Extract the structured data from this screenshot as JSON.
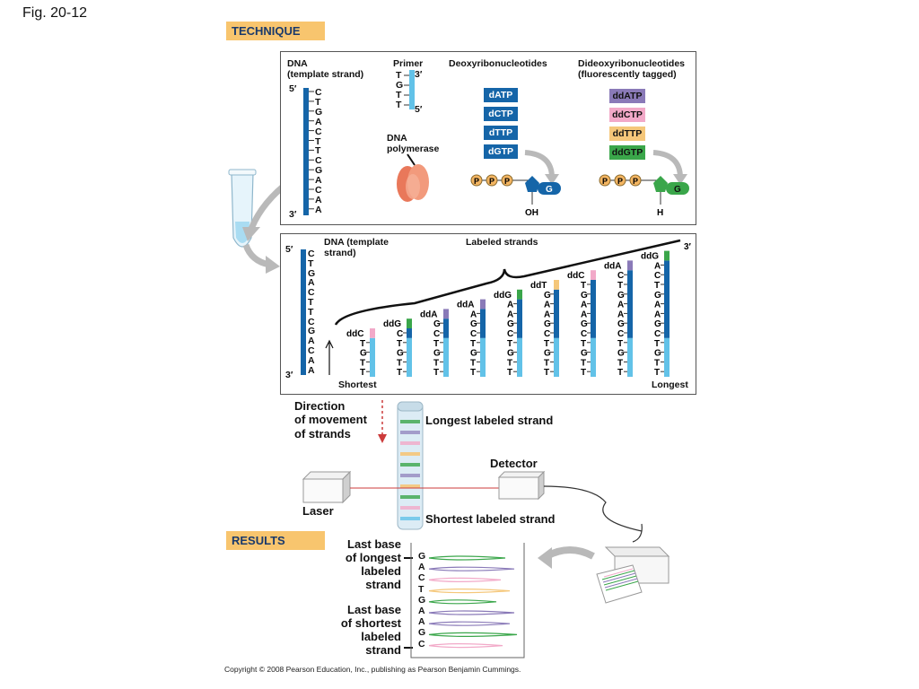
{
  "figure_label": "Fig. 20-12",
  "technique_label": "TECHNIQUE",
  "results_label": "RESULTS",
  "top_panel": {
    "dna_label_1": "DNA",
    "dna_label_2": "(template strand)",
    "template_sequence": [
      "C",
      "T",
      "G",
      "A",
      "C",
      "T",
      "T",
      "C",
      "G",
      "A",
      "C",
      "A",
      "A"
    ],
    "five_prime": "5′",
    "three_prime": "3′",
    "primer_label": "Primer",
    "primer_sequence": [
      "T",
      "G",
      "T",
      "T"
    ],
    "polymerase_label_1": "DNA",
    "polymerase_label_2": "polymerase",
    "deoxy_label": "Deoxyribonucleotides",
    "deoxy_items": [
      "dATP",
      "dCTP",
      "dTTP",
      "dGTP"
    ],
    "dideoxy_label_1": "Dideoxyribonucleotides",
    "dideoxy_label_2": "(fluorescently tagged)",
    "dideoxy_items": [
      {
        "label": "ddATP",
        "color": "#8a7ab8"
      },
      {
        "label": "ddCTP",
        "color": "#f2a9c8"
      },
      {
        "label": "ddTTP",
        "color": "#f5c77a"
      },
      {
        "label": "ddGTP",
        "color": "#3aa64a"
      }
    ],
    "phosphate": "P",
    "base_g": "G",
    "oh_label": "OH",
    "h_label": "H"
  },
  "middle_panel": {
    "template_label_1": "DNA (template",
    "template_label_2": "strand)",
    "labeled_strands_label": "Labeled strands",
    "shortest_label": "Shortest",
    "longest_label": "Longest",
    "strands": [
      {
        "ends": "ddC",
        "color": "#f2a9c8",
        "bases": [
          "T",
          "G",
          "T",
          "T"
        ]
      },
      {
        "ends": "ddG",
        "color": "#3aa64a",
        "bases": [
          "C",
          "T",
          "G",
          "T",
          "T"
        ]
      },
      {
        "ends": "ddA",
        "color": "#8a7ab8",
        "bases": [
          "G",
          "C",
          "T",
          "G",
          "T",
          "T"
        ]
      },
      {
        "ends": "ddA",
        "color": "#8a7ab8",
        "bases": [
          "A",
          "G",
          "C",
          "T",
          "G",
          "T",
          "T"
        ]
      },
      {
        "ends": "ddG",
        "color": "#3aa64a",
        "bases": [
          "A",
          "A",
          "G",
          "C",
          "T",
          "G",
          "T",
          "T"
        ]
      },
      {
        "ends": "ddT",
        "color": "#f5c77a",
        "bases": [
          "G",
          "A",
          "A",
          "G",
          "C",
          "T",
          "G",
          "T",
          "T"
        ]
      },
      {
        "ends": "ddC",
        "color": "#f2a9c8",
        "bases": [
          "T",
          "G",
          "A",
          "A",
          "G",
          "C",
          "T",
          "G",
          "T",
          "T"
        ]
      },
      {
        "ends": "ddA",
        "color": "#8a7ab8",
        "bases": [
          "C",
          "T",
          "G",
          "A",
          "A",
          "G",
          "C",
          "T",
          "G",
          "T",
          "T"
        ]
      },
      {
        "ends": "ddG",
        "color": "#3aa64a",
        "bases": [
          "A",
          "C",
          "T",
          "G",
          "A",
          "A",
          "G",
          "C",
          "T",
          "G",
          "T",
          "T"
        ]
      }
    ]
  },
  "lower": {
    "direction_label_1": "Direction",
    "direction_label_2": "of movement",
    "direction_label_3": "of strands",
    "longest_strand_label": "Longest labeled strand",
    "shortest_strand_label": "Shortest labeled strand",
    "detector_label": "Detector",
    "laser_label": "Laser"
  },
  "results": {
    "last_long_1": "Last base",
    "last_long_2": "of longest",
    "last_long_3": "labeled",
    "last_long_4": "strand",
    "last_short_1": "Last base",
    "last_short_2": "of shortest",
    "last_short_3": "labeled",
    "last_short_4": "strand",
    "read_sequence": [
      "G",
      "A",
      "C",
      "T",
      "G",
      "A",
      "A",
      "G",
      "C"
    ]
  },
  "colors": {
    "dark_blue": "#1565a8",
    "light_blue": "#62c2e8",
    "tag_orange": "#f8c56e",
    "ddA": "#8a7ab8",
    "ddC": "#f2a9c8",
    "ddT": "#f5c77a",
    "ddG": "#3aa64a"
  },
  "copyright": "Copyright © 2008 Pearson Education, Inc., publishing as Pearson Benjamin Cummings."
}
